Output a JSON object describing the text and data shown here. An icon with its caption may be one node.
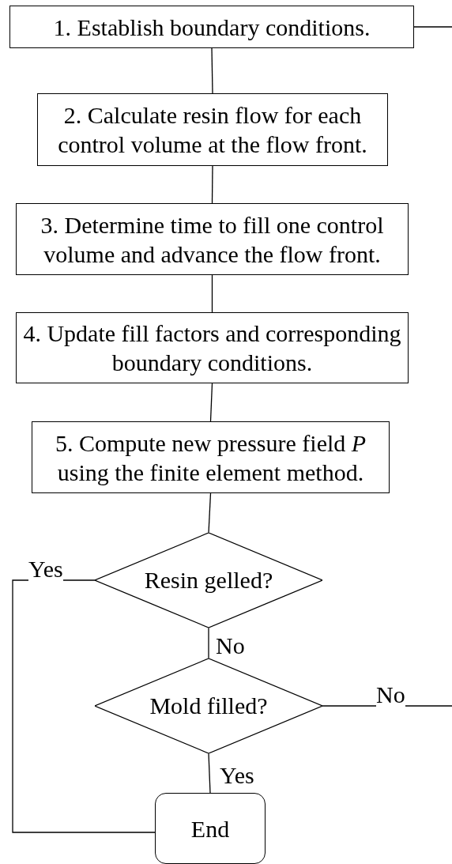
{
  "diagram": {
    "nodes": [
      {
        "text": [
          "1. Establish boundary conditions."
        ]
      },
      {
        "text": [
          "2. Calculate resin flow for each control volume at the flow front."
        ]
      },
      {
        "text": [
          "3. Determine time to fill one control volume and advance the flow front."
        ]
      },
      {
        "text": [
          "4. Update fill factors and corresponding boundary conditions."
        ]
      },
      {
        "text": [
          "5. Compute new pressure field *P* using the finite element method."
        ]
      },
      {
        "text": [
          "Resin gelled?"
        ]
      },
      {
        "text": [
          "Mold filled?"
        ]
      },
      {
        "text": [
          "End"
        ]
      }
    ],
    "edges": [
      {
        "from": 0,
        "to": null,
        "arrow": "none"
      },
      {
        "from": 0,
        "to": 1,
        "arrow": "none"
      },
      {
        "from": 1,
        "to": 2,
        "arrow": "none"
      },
      {
        "from": 2,
        "to": 3,
        "arrow": "none"
      },
      {
        "from": 3,
        "to": 4,
        "arrow": "none"
      },
      {
        "from": 4,
        "to": 5,
        "arrow": "none"
      },
      {
        "from": 5,
        "to": 7,
        "arrow": "none",
        "label": "Yes"
      },
      {
        "from": 5,
        "to": 6,
        "arrow": "none",
        "label": "No"
      },
      {
        "from": 6,
        "to": null,
        "arrow": "none",
        "label": "No"
      },
      {
        "from": 6,
        "to": 7,
        "arrow": "none",
        "label": "Yes"
      }
    ]
  }
}
